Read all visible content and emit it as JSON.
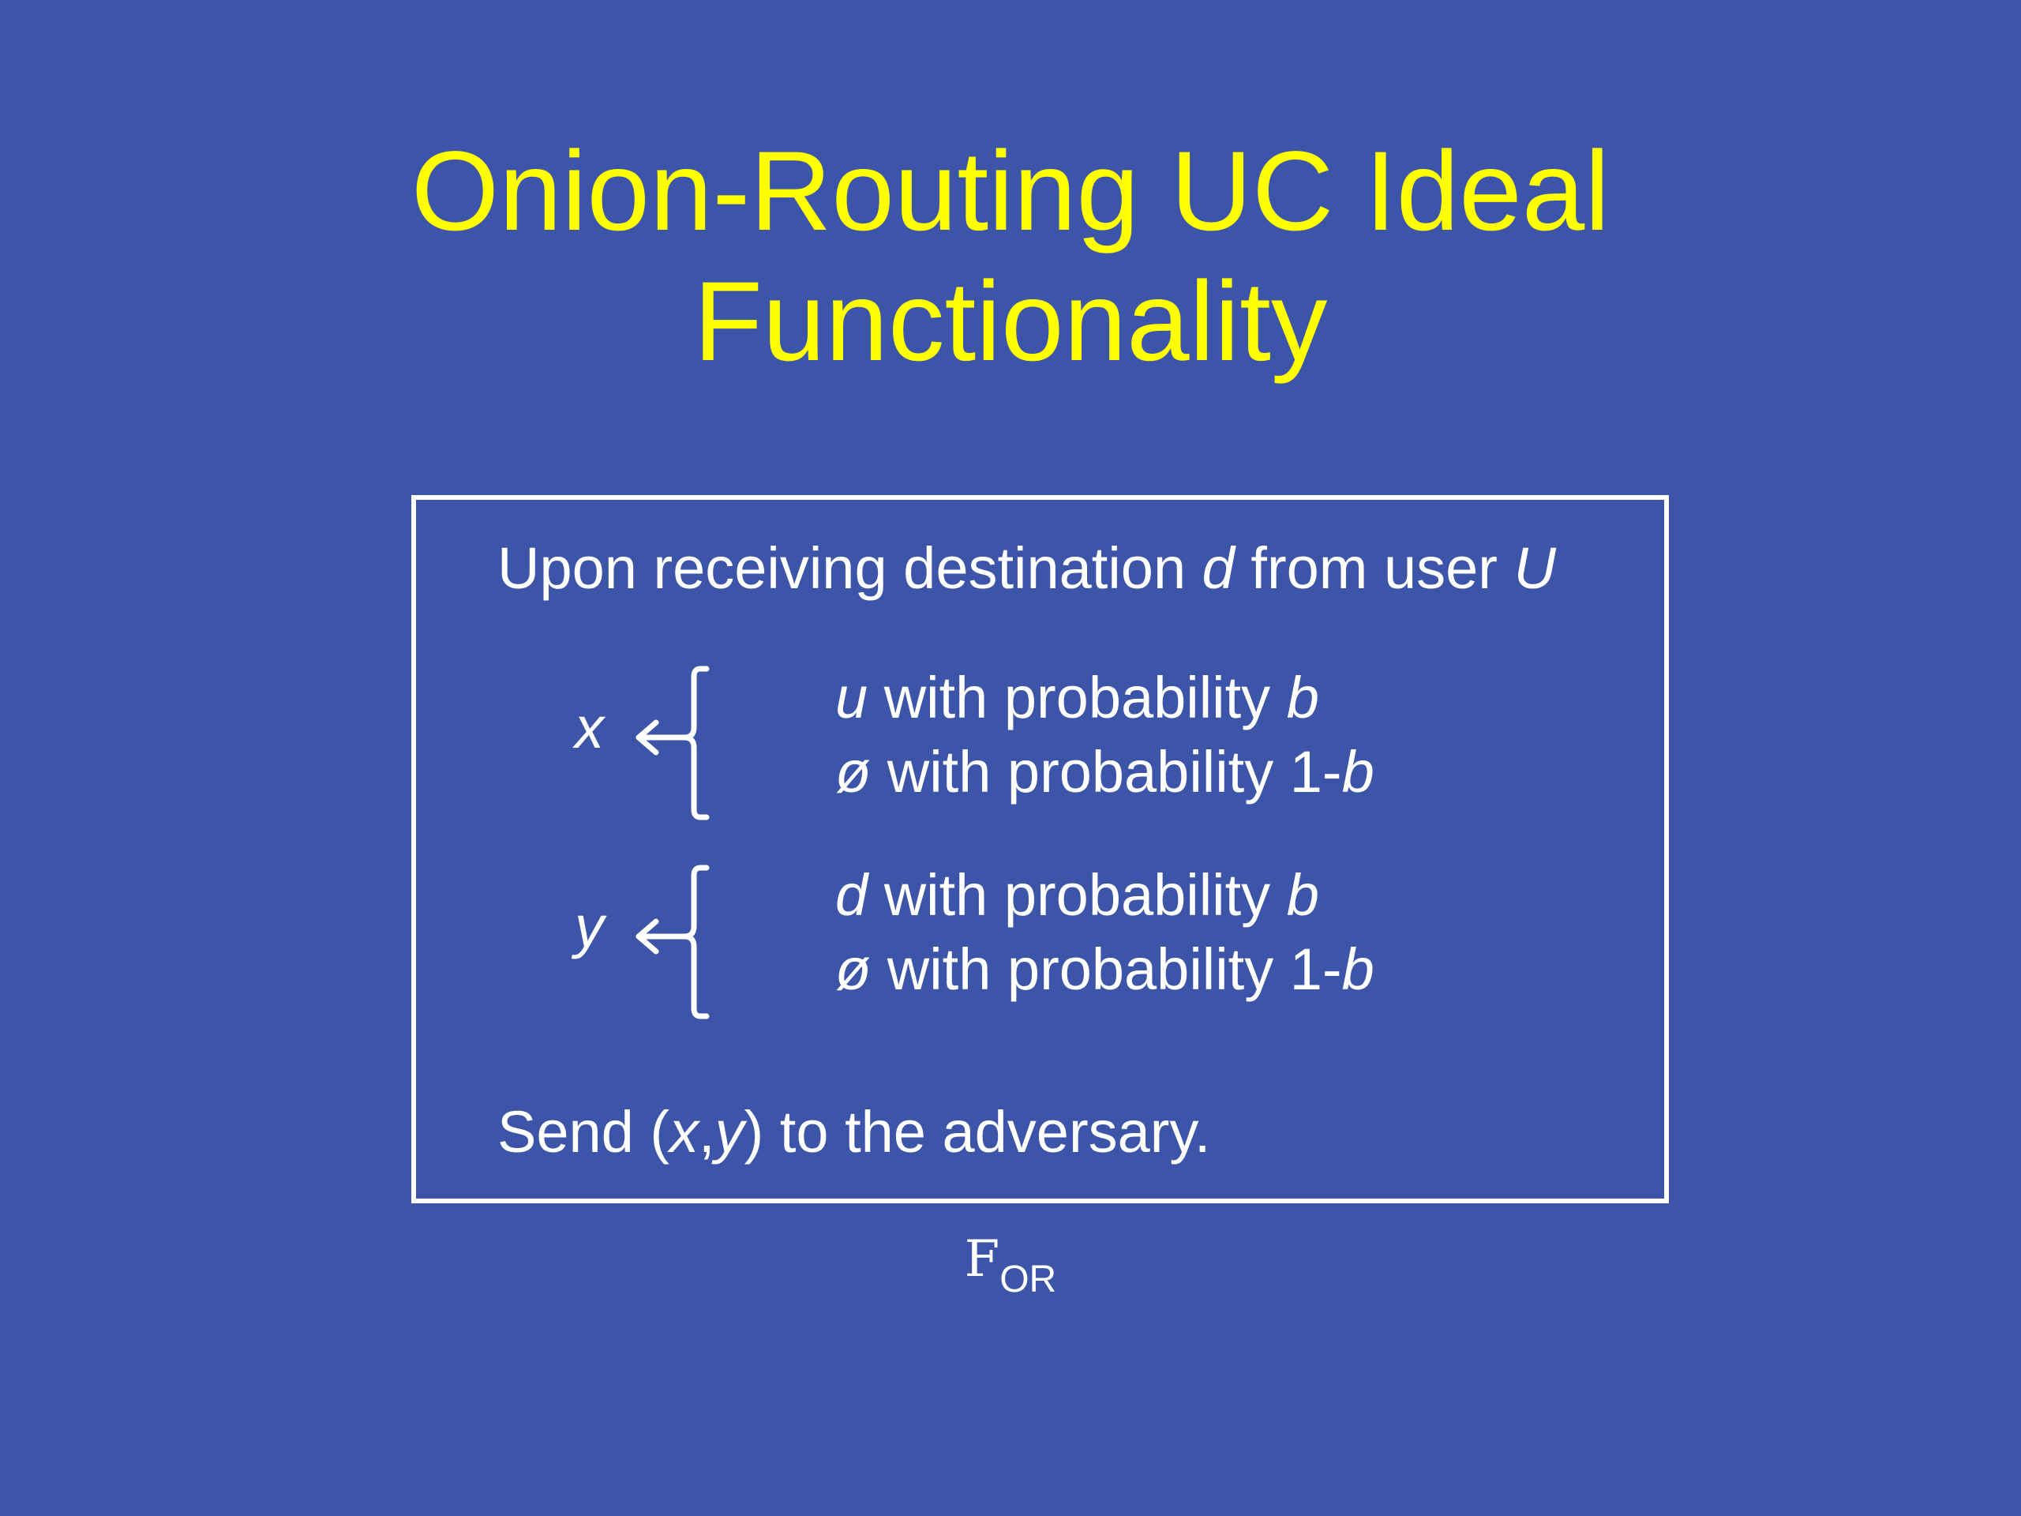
{
  "slide": {
    "background": "#3d55a8",
    "title_color": "#ffff00",
    "title_lines": [
      "Onion-Routing UC Ideal",
      "Functionality"
    ]
  },
  "box": {
    "header": {
      "t1": "Upon receiving destination ",
      "d": "d",
      "t2": " from user ",
      "U": "U"
    },
    "rules": [
      {
        "var": "x",
        "cases": [
          {
            "sym": "u",
            "text": " with probability ",
            "prob_prefix": "",
            "prob_var": "b"
          },
          {
            "sym": "ø",
            "text": " with probability ",
            "prob_prefix": "1-",
            "prob_var": "b"
          }
        ]
      },
      {
        "var": "y",
        "cases": [
          {
            "sym": "d",
            "text": " with probability ",
            "prob_prefix": "",
            "prob_var": "b"
          },
          {
            "sym": "ø",
            "text": " with probability ",
            "prob_prefix": "1-",
            "prob_var": "b"
          }
        ]
      }
    ],
    "footer": {
      "t1": "Send (",
      "x": "x",
      "comma": ",",
      "y": "y",
      "t2": ") to the adversary."
    }
  },
  "caption": {
    "main": "F",
    "sub": "OR"
  }
}
